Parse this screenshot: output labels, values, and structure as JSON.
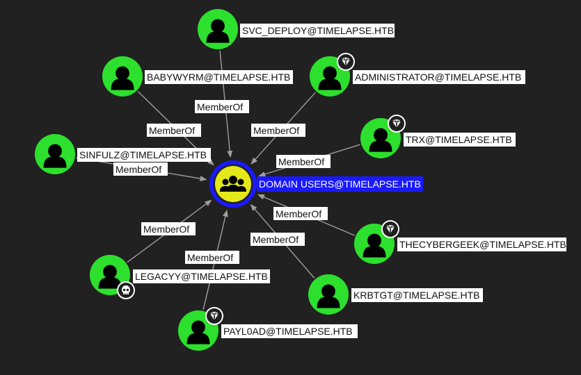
{
  "graph": {
    "colors": {
      "background": "#212121",
      "user_node": "#2de02d",
      "group_node_fill": "#e3e81a",
      "group_node_ring": "#1a1aff",
      "selected_label_bg": "#1a1aff",
      "edge": "#9e9e9e"
    },
    "center": {
      "label": "DOMAIN USERS@TIMELAPSE.HTB",
      "icon": "users-group-icon"
    },
    "nodes": [
      {
        "id": "svc_deploy",
        "label": "SVC_DEPLOY@TIMELAPSE.HTB",
        "icon": "user-icon",
        "badge": null
      },
      {
        "id": "babywyrm",
        "label": "BABYWYRM@TIMELAPSE.HTB",
        "icon": "user-icon",
        "badge": null
      },
      {
        "id": "administrator",
        "label": "ADMINISTRATOR@TIMELAPSE.HTB",
        "icon": "user-icon",
        "badge": "gem-icon"
      },
      {
        "id": "trx",
        "label": "TRX@TIMELAPSE.HTB",
        "icon": "user-icon",
        "badge": "gem-icon"
      },
      {
        "id": "sinfulz",
        "label": "SINFULZ@TIMELAPSE.HTB",
        "icon": "user-icon",
        "badge": null
      },
      {
        "id": "thecybergeek",
        "label": "THECYBERGEEK@TIMELAPSE.HTB",
        "icon": "user-icon",
        "badge": "gem-icon"
      },
      {
        "id": "legacyy",
        "label": "LEGACYY@TIMELAPSE.HTB",
        "icon": "user-icon",
        "badge": "skull-icon"
      },
      {
        "id": "krbtgt",
        "label": "KRBTGT@TIMELAPSE.HTB",
        "icon": "user-icon",
        "badge": null
      },
      {
        "id": "payl0ad",
        "label": "PAYL0AD@TIMELAPSE.HTB",
        "icon": "user-icon",
        "badge": "gem-icon"
      }
    ],
    "edges": [
      {
        "from": "svc_deploy",
        "to": "center",
        "label": "MemberOf"
      },
      {
        "from": "babywyrm",
        "to": "center",
        "label": "MemberOf"
      },
      {
        "from": "administrator",
        "to": "center",
        "label": "MemberOf"
      },
      {
        "from": "trx",
        "to": "center",
        "label": "MemberOf"
      },
      {
        "from": "sinfulz",
        "to": "center",
        "label": "MemberOf"
      },
      {
        "from": "thecybergeek",
        "to": "center",
        "label": "MemberOf"
      },
      {
        "from": "legacyy",
        "to": "center",
        "label": "MemberOf"
      },
      {
        "from": "krbtgt",
        "to": "center",
        "label": "MemberOf"
      },
      {
        "from": "payl0ad",
        "to": "center",
        "label": "MemberOf"
      }
    ]
  }
}
